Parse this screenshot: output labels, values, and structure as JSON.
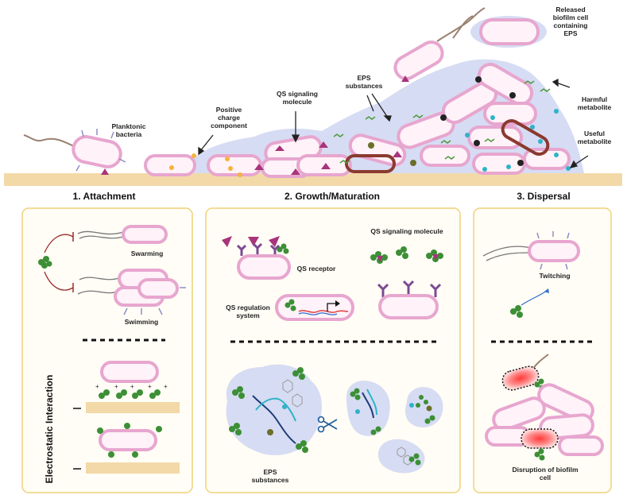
{
  "sections": {
    "attachment": "1. Attachment",
    "growth": "2. Growth/Maturation",
    "dispersal": "3. Dispersal"
  },
  "top_labels": {
    "planktonic_1": "Planktonic",
    "planktonic_2": "bacteria",
    "positive_1": "Positive",
    "positive_2": "charge",
    "positive_3": "component",
    "qs_1": "QS signaling",
    "qs_2": "molecule",
    "eps_1": "EPS",
    "eps_2": "substances",
    "released_1": "Released",
    "released_2": "biofilm cell",
    "released_3": "containing",
    "released_4": "EPS",
    "harmful_1": "Harmful",
    "harmful_2": "metabolite",
    "useful_1": "Useful",
    "useful_2": "metabolite"
  },
  "panel_labels": {
    "swarming": "Swarming",
    "swimming": "Swimming",
    "electrostatic": "Electrostatic Interaction",
    "qs_receptor": "QS receptor",
    "qs_signaling_molecule": "QS signaling molecule",
    "qs_regulation_1": "QS regulation",
    "qs_regulation_2": "system",
    "eps_1": "EPS",
    "eps_2": "substances",
    "twitching": "Twitching",
    "disruption_1": "Disruption of biofilm",
    "disruption_2": "cell"
  },
  "colors": {
    "membrane": "#e7a6cf",
    "cell_fill": "#fff2f8",
    "eps_cloud": "#d6dcf3",
    "surface": "#f3d9a8",
    "panel_border": "#f0d27a",
    "panel_fill": "#fffdf5",
    "qs_triangle": "#a8347b",
    "receptor": "#7b4a93",
    "dead_cell": "#8b3a2f"
  }
}
